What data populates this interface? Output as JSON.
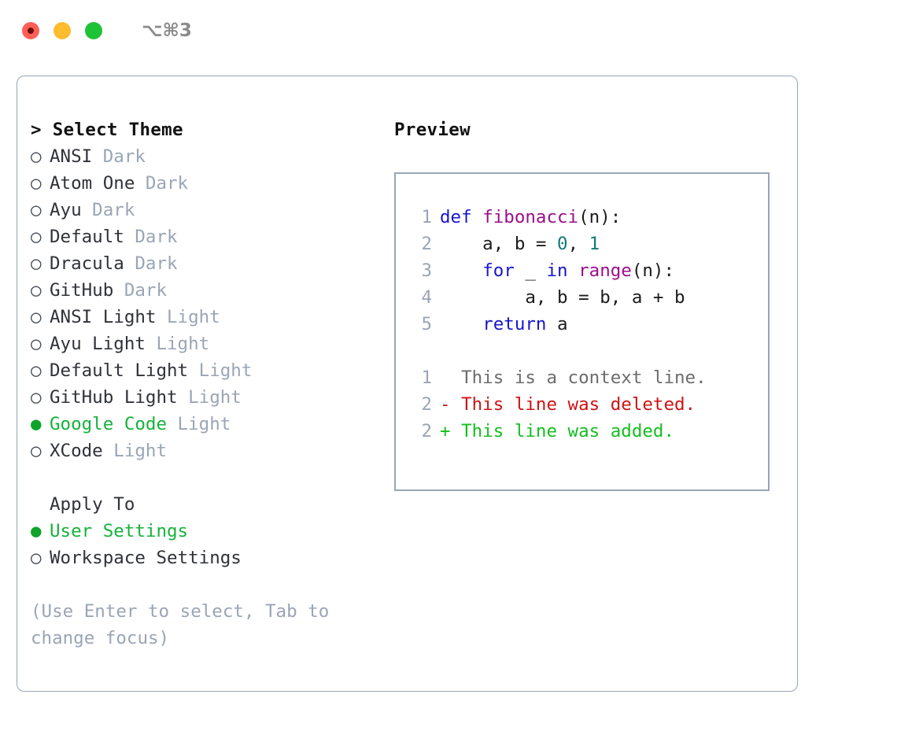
{
  "window": {
    "title": "⌥⌘3",
    "traffic_lights": [
      "close",
      "minimize",
      "maximize"
    ],
    "colors": {
      "close": "#ff5f56",
      "minimize": "#febc2e",
      "maximize": "#1ec236",
      "border": "#9aa5b5",
      "accent_green": "#15b23a",
      "muted": "#9aa5b5"
    }
  },
  "theme_panel": {
    "header": "> Select Theme",
    "bullet_unselected": "○",
    "bullet_selected": "●",
    "items": [
      {
        "name": "ANSI",
        "kind": "Dark",
        "selected": false
      },
      {
        "name": "Atom One",
        "kind": "Dark",
        "selected": false
      },
      {
        "name": "Ayu",
        "kind": "Dark",
        "selected": false
      },
      {
        "name": "Default",
        "kind": "Dark",
        "selected": false
      },
      {
        "name": "Dracula",
        "kind": "Dark",
        "selected": false
      },
      {
        "name": "GitHub",
        "kind": "Dark",
        "selected": false
      },
      {
        "name": "ANSI Light",
        "kind": "Light",
        "selected": false
      },
      {
        "name": "Ayu Light",
        "kind": "Light",
        "selected": false
      },
      {
        "name": "Default Light",
        "kind": "Light",
        "selected": false
      },
      {
        "name": "GitHub Light",
        "kind": "Light",
        "selected": false
      },
      {
        "name": "Google Code",
        "kind": "Light",
        "selected": true
      },
      {
        "name": "XCode",
        "kind": "Light",
        "selected": false
      }
    ]
  },
  "apply_to": {
    "header": "Apply To",
    "items": [
      {
        "name": "User Settings",
        "selected": true
      },
      {
        "name": "Workspace Settings",
        "selected": false
      }
    ]
  },
  "hint": "(Use Enter to select, Tab to change focus)",
  "preview": {
    "title": "Preview",
    "code_lines": [
      {
        "num": "1",
        "tokens": [
          {
            "t": "def",
            "c": "kw"
          },
          {
            "t": " ",
            "c": "txt"
          },
          {
            "t": "fibonacci",
            "c": "fn"
          },
          {
            "t": "(n):",
            "c": "txt"
          }
        ]
      },
      {
        "num": "2",
        "tokens": [
          {
            "t": "    a, b = ",
            "c": "txt"
          },
          {
            "t": "0",
            "c": "num"
          },
          {
            "t": ", ",
            "c": "txt"
          },
          {
            "t": "1",
            "c": "num"
          }
        ]
      },
      {
        "num": "3",
        "tokens": [
          {
            "t": "    ",
            "c": "txt"
          },
          {
            "t": "for",
            "c": "kw"
          },
          {
            "t": " _ ",
            "c": "txt"
          },
          {
            "t": "in",
            "c": "kw"
          },
          {
            "t": " ",
            "c": "txt"
          },
          {
            "t": "range",
            "c": "fn"
          },
          {
            "t": "(n):",
            "c": "txt"
          }
        ]
      },
      {
        "num": "4",
        "tokens": [
          {
            "t": "        a, b = b, a + b",
            "c": "txt"
          }
        ]
      },
      {
        "num": "5",
        "tokens": [
          {
            "t": "    ",
            "c": "txt"
          },
          {
            "t": "return",
            "c": "kw"
          },
          {
            "t": " a",
            "c": "txt"
          }
        ]
      }
    ],
    "diff_lines": [
      {
        "num": "1",
        "marker": " ",
        "text": " This is a context line.",
        "kind": "ctx"
      },
      {
        "num": "2",
        "marker": "-",
        "text": " This line was deleted.",
        "kind": "del"
      },
      {
        "num": "2",
        "marker": "+",
        "text": " This line was added.",
        "kind": "add"
      }
    ]
  }
}
